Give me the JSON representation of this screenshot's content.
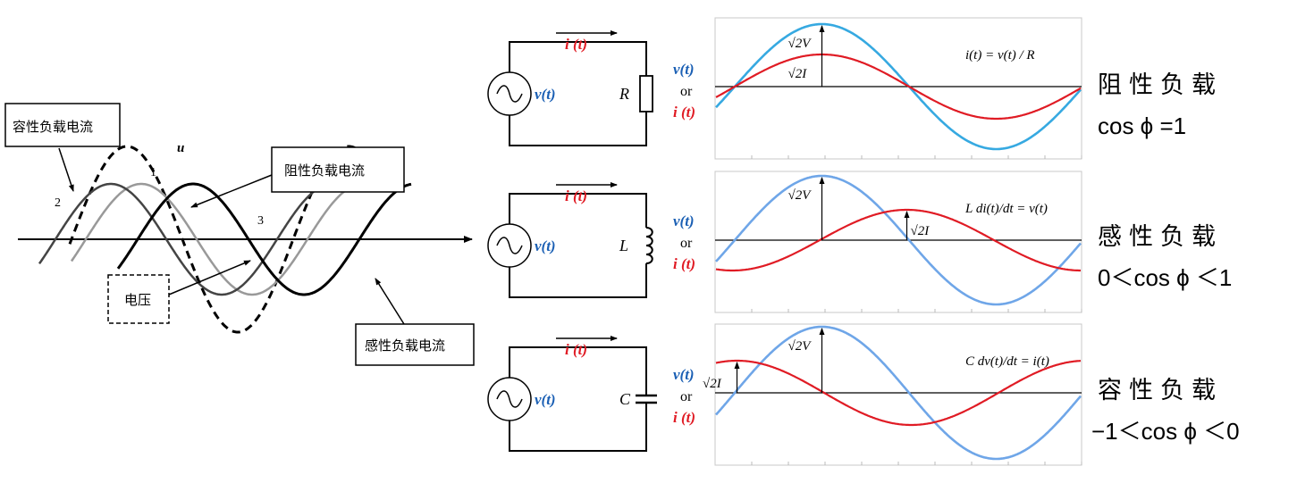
{
  "left_diagram": {
    "labels": {
      "capacitive_current": "容性负载电流",
      "resistive_current": "阻性负载电流",
      "voltage": "电压",
      "inductive_current": "感性负载电流"
    },
    "curve_marks": {
      "u": "u",
      "one": "1",
      "two": "2",
      "three": "3"
    }
  },
  "circuit_labels": {
    "current_arrow": "i (t)",
    "source": "v(t)",
    "right_v": "v(t)",
    "or": "or",
    "right_i": "i (t)"
  },
  "rows": [
    {
      "component": "R",
      "equation": "i(t) = v(t) / R",
      "peak_v": "√2V",
      "peak_i": "√2I",
      "load_name": "阻性负载",
      "pf_text": "cos ϕ =1"
    },
    {
      "component": "L",
      "equation": "L di(t)/dt = v(t)",
      "peak_v": "√2V",
      "peak_i": "√2I",
      "load_name": "感性负载",
      "pf_text": "0＜cos ϕ ＜1"
    },
    {
      "component": "C",
      "equation": "C dv(t)/dt = i(t)",
      "peak_v": "√2V",
      "peak_i": "√2I",
      "load_name": "容性负载",
      "pf_text": "−1＜cos ϕ ＜0"
    }
  ],
  "colors": {
    "voltage_wave": "#36a9e1",
    "voltage_wave_soft": "#6fa6e8",
    "current_wave": "#e01b24",
    "label_blue": "#1a5fb4",
    "label_red": "#e01b24",
    "ink": "#000000"
  }
}
